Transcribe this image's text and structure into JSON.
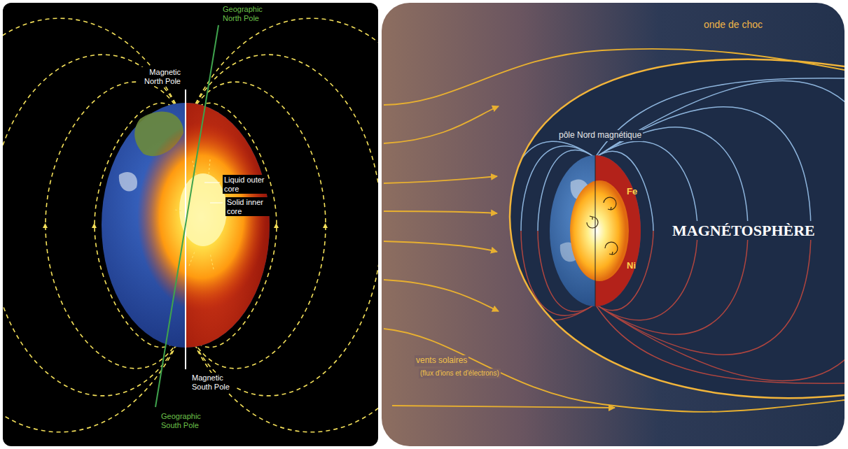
{
  "diagram": {
    "labels": [
      "Geographic North Pole",
      "Magnetic North Pole",
      "Liquid outer core",
      "Solid inner core",
      "Magnetic South Pole",
      "Geographic South Pole",
      "onde de choc",
      "pôle Nord magnétique",
      "Fe",
      "Ni",
      "MAGNÉTOSPHÈRE",
      "vents solaires",
      "(flux d'ions et d'électrons)"
    ]
  }
}
